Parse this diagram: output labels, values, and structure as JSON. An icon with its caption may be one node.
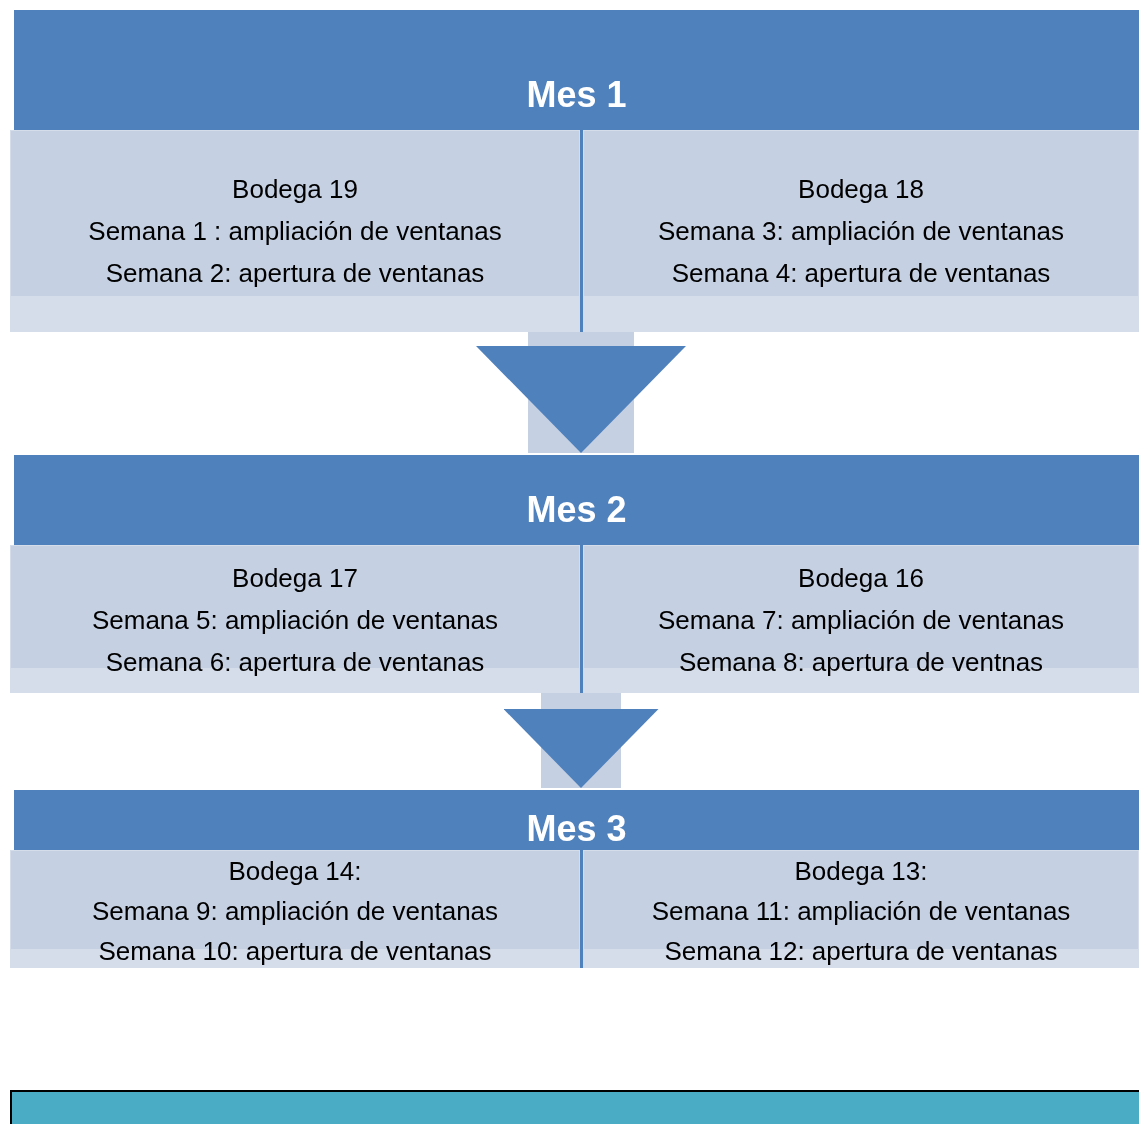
{
  "diagram": {
    "nodes": [
      {
        "text": [
          "Mes 1"
        ]
      },
      {
        "text": [
          "Bodega 19",
          "Semana 1 : ampliación de ventanas",
          "Semana 2: apertura de ventanas"
        ],
        "in": 0
      },
      {
        "text": [
          "Bodega 18",
          "Semana 3: ampliación de ventanas",
          "Semana 4: apertura de ventanas"
        ],
        "in": 0
      },
      {
        "text": [
          "Mes 2"
        ]
      },
      {
        "text": [
          "Bodega 17",
          "Semana 5: ampliación de ventanas",
          "Semana 6: apertura de ventanas"
        ],
        "in": 3
      },
      {
        "text": [
          "Bodega 16",
          "Semana 7: ampliación de ventanas",
          "Semana 8: apertura de ventnas"
        ],
        "in": 3
      },
      {
        "text": [
          "Mes 3"
        ]
      },
      {
        "text": [
          "Bodega 14:",
          "Semana 9: ampliación de ventanas",
          "Semana 10: apertura de ventanas"
        ],
        "in": 6
      },
      {
        "text": [
          "Bodega 13:",
          "Semana 11: ampliación de ventanas",
          "Semana 12: apertura de ventanas"
        ],
        "in": 6
      },
      {
        "text": [],
        "shape": "box"
      }
    ],
    "edges": [
      {
        "from": 0,
        "to": 3,
        "arrow": "to"
      },
      {
        "from": 3,
        "to": 6,
        "arrow": "to"
      }
    ]
  }
}
